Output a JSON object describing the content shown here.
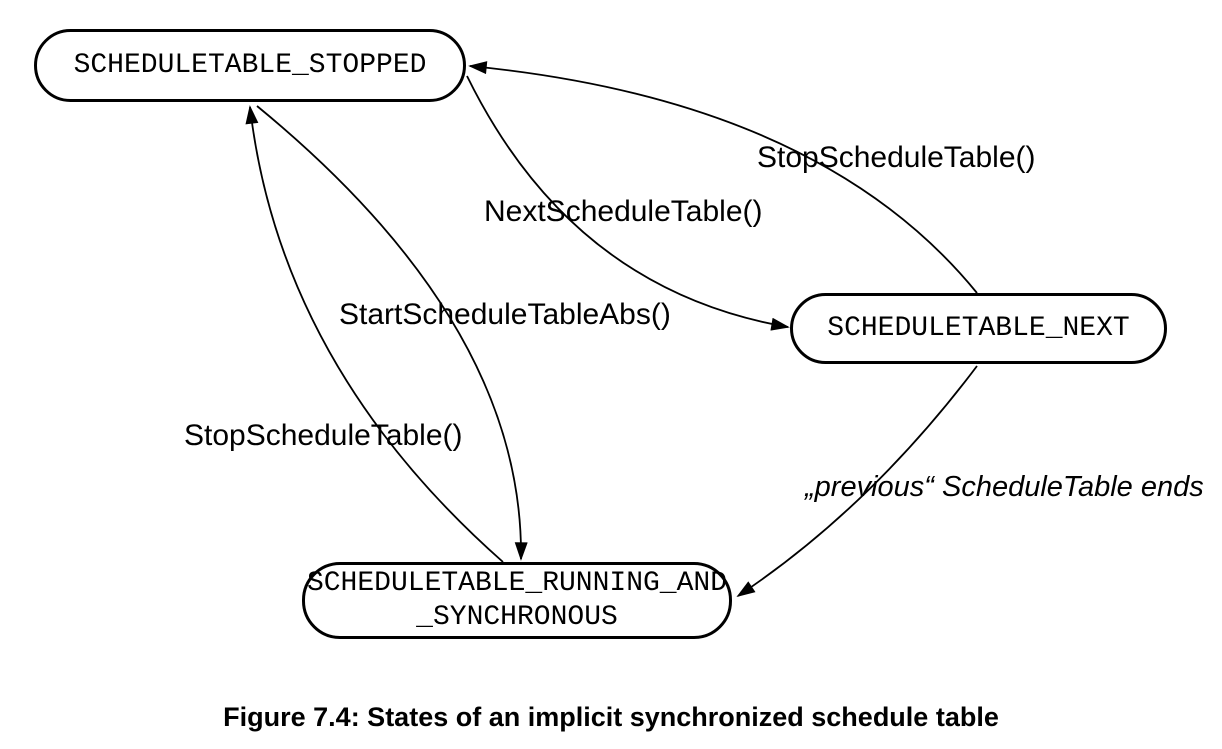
{
  "figure": {
    "caption": "Figure 7.4: States of an implicit synchronized schedule table"
  },
  "colors": {
    "ink": "#000000",
    "paper": "#ffffff"
  },
  "diagram": {
    "type": "state-diagram",
    "states": [
      {
        "id": "scheduletable-stopped",
        "label": "SCHEDULETABLE_STOPPED"
      },
      {
        "id": "scheduletable-next",
        "label": "SCHEDULETABLE_NEXT"
      },
      {
        "id": "scheduletable-running-and-synchronous",
        "label_line1": "SCHEDULETABLE_RUNNING_AND",
        "label_line2": "_SYNCHRONOUS"
      }
    ],
    "transitions": [
      {
        "id": "next-to-stopped",
        "label": "StopScheduleTable()",
        "from": "SCHEDULETABLE_NEXT",
        "to": "SCHEDULETABLE_STOPPED"
      },
      {
        "id": "stopped-to-next",
        "label": "NextScheduleTable()",
        "from": "SCHEDULETABLE_STOPPED",
        "to": "SCHEDULETABLE_NEXT"
      },
      {
        "id": "stopped-to-running",
        "label": "StartScheduleTableAbs()",
        "from": "SCHEDULETABLE_STOPPED",
        "to": "SCHEDULETABLE_RUNNING_AND_SYNCHRONOUS"
      },
      {
        "id": "running-to-stopped",
        "label": "StopScheduleTable()",
        "from": "SCHEDULETABLE_RUNNING_AND_SYNCHRONOUS",
        "to": "SCHEDULETABLE_STOPPED"
      },
      {
        "id": "next-to-running",
        "label": "„previous“ ScheduleTable ends",
        "from": "SCHEDULETABLE_NEXT",
        "to": "SCHEDULETABLE_RUNNING_AND_SYNCHRONOUS"
      }
    ]
  }
}
